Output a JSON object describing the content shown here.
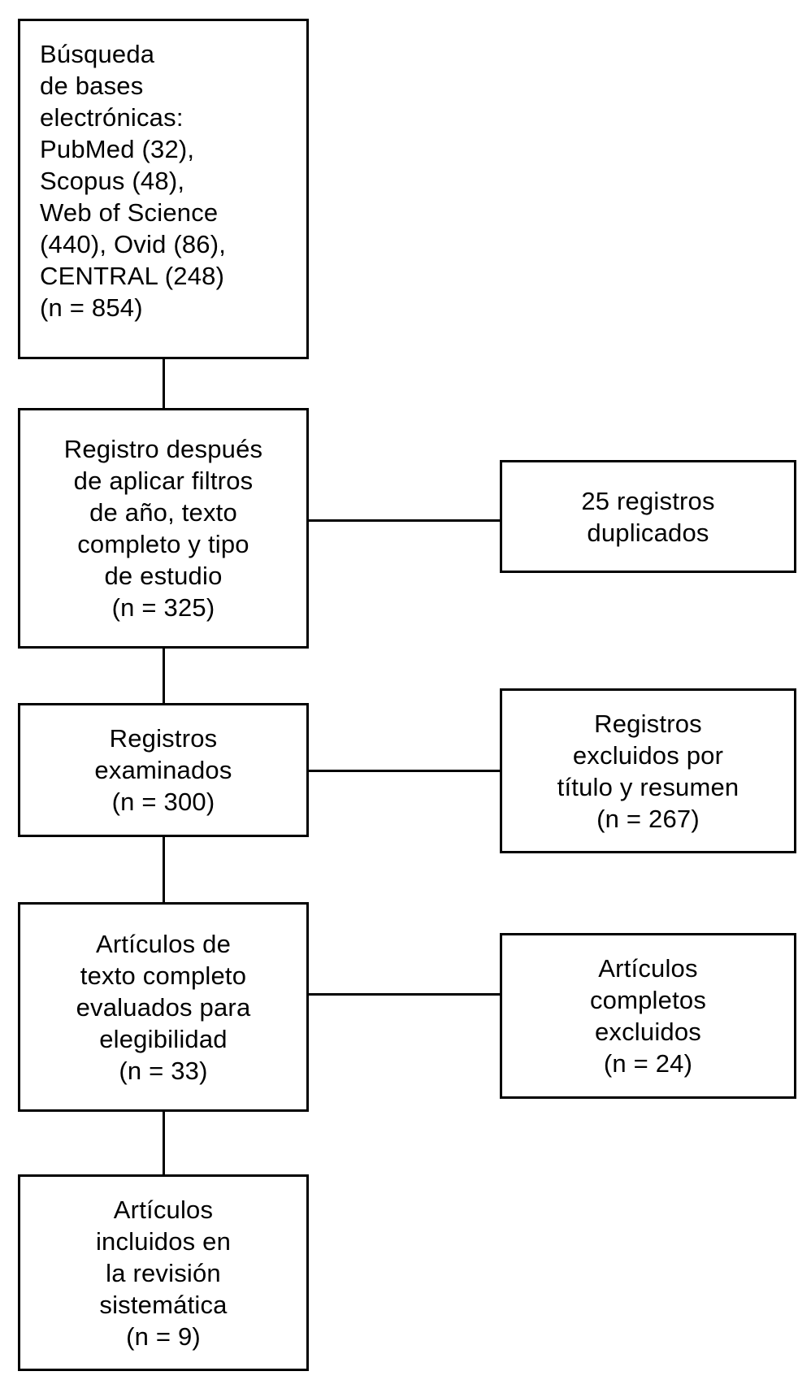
{
  "colors": {
    "background": "#ffffff",
    "box_border": "#000000",
    "text": "#000000",
    "connector": "#000000"
  },
  "flow": {
    "search": {
      "text": "Búsqueda\nde bases\nelectrónicas:\nPubMed (32),\nScopus (48),\nWeb of Science\n(440), Ovid (86),\nCENTRAL (248)\n(n = 854)",
      "n": 854,
      "sources": [
        {
          "name": "PubMed",
          "count": 32
        },
        {
          "name": "Scopus",
          "count": 48
        },
        {
          "name": "Web of Science",
          "count": 440
        },
        {
          "name": "Ovid",
          "count": 86
        },
        {
          "name": "CENTRAL",
          "count": 248
        }
      ]
    },
    "filtered": {
      "text": "Registro después\nde aplicar filtros\nde año, texto\ncompleto y tipo\nde estudio\n(n = 325)",
      "n": 325
    },
    "screened": {
      "text": "Registros\nexaminados\n(n = 300)",
      "n": 300
    },
    "eligibility": {
      "text": "Artículos de\ntexto completo\nevaluados para\nelegibilidad\n(n = 33)",
      "n": 33
    },
    "included": {
      "text": "Artículos\nincluidos en\nla revisión\nsistemática\n(n = 9)",
      "n": 9
    }
  },
  "exclusions": {
    "duplicates": {
      "text": "25 registros\nduplicados",
      "n": 25
    },
    "title_abstract": {
      "text": "Registros\nexcluidos por\ntítulo y resumen\n(n = 267)",
      "n": 267
    },
    "fulltext": {
      "text": "Artículos\ncompletos\nexcluidos\n(n = 24)",
      "n": 24
    }
  }
}
